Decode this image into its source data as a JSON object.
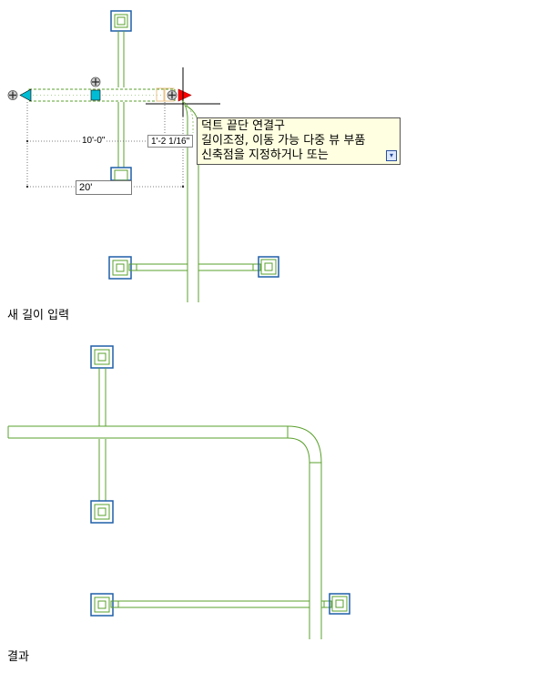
{
  "top_view": {
    "tooltip": {
      "lines": [
        "덕트 끝단 연결구",
        "길이조정, 이동 가능 다중 뷰 부품",
        "신축점을 지정하거나 또는"
      ],
      "expand_icon": "chevron-down-icon"
    },
    "dimension_current": "1'-2 1/16\"",
    "dimension_total": "10'-0\"",
    "length_input": "20'",
    "caption": "새 길이 입력"
  },
  "bottom_view": {
    "caption": "결과"
  },
  "colors": {
    "duct_green": "#5aa02c",
    "grip_cyan": "#00bcd4",
    "grip_red": "#ff0000",
    "terminal_blue": "#1f5fa8"
  }
}
